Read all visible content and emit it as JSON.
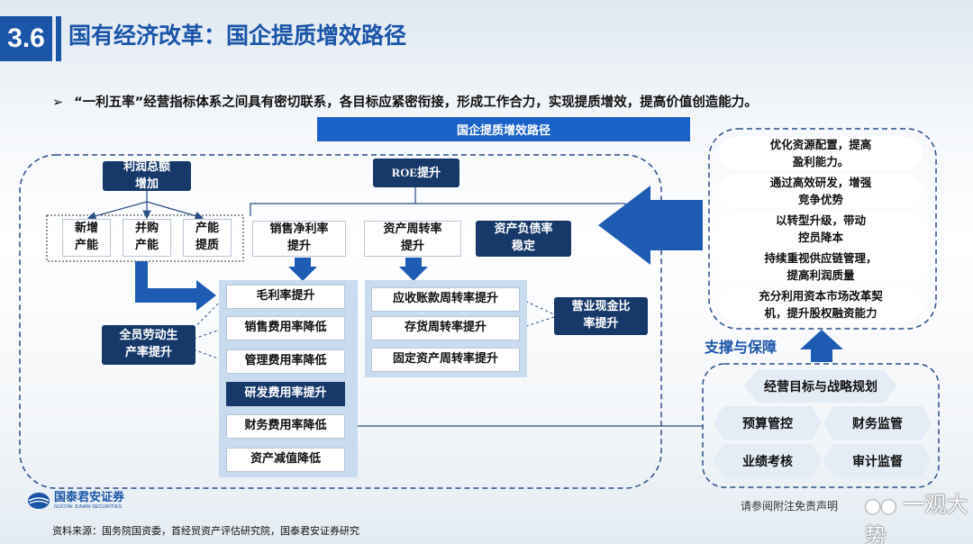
{
  "header": {
    "section_number": "3.6",
    "title": "国有经济改革：国企提质增效路径"
  },
  "intro": {
    "bullet": "➢",
    "text": "“一利五率”经营指标体系之间具有密切联系，各目标应紧密衔接，形成工作合力，实现提质增效，提高价值创造能力。"
  },
  "banner": "国企提质增效路径",
  "profit": {
    "title": "利润总额\n增加",
    "sources": [
      "新增\n产能",
      "并购\n产能",
      "产能\n提质"
    ]
  },
  "roe": "ROE提升",
  "drivers": {
    "net_margin": "销售净利率\n提升",
    "asset_turnover": "资产周转率\n提升",
    "debt_ratio": "资产负债率\n稳定"
  },
  "margin_items": [
    "毛利率提升",
    "销售费用率降低",
    "管理费用率降低",
    "研发费用率提升",
    "财务费用率降低",
    "资产减值降低"
  ],
  "turnover_items": [
    "应收账款周转率提升",
    "存货周转率提升",
    "固定资产周转率提升"
  ],
  "labor_productivity": "全员劳动生\n产率提升",
  "cash_ratio": "营业现金比\n率提升",
  "measures": [
    "优化资源配置，提高\n盈利能力。",
    "通过高效研发，增强\n竞争优势",
    "以转型升级，带动\n控员降本",
    "持续重视供应链管理，\n提高利润质量",
    "充分利用资本市场改革契\n机，提升股权融资能力"
  ],
  "support": {
    "title": "支撑与保障",
    "top": "经营目标与战略规划",
    "items": [
      "预算管控",
      "财务监管",
      "业绩考核",
      "审计监督"
    ]
  },
  "footer": {
    "logo_cn": "国泰君安证券",
    "logo_en": "GUOTAI JUNAN SECURITIES",
    "source": "资料来源：国务院国资委，首经贸资产评估研究院，国泰君安证券研究",
    "disclaimer": "请参阅附注免责声明",
    "watermark": "一观大势"
  },
  "colors": {
    "brand_blue": "#1a55a8",
    "navy": "#16396a",
    "panel": "#c9dcef",
    "dash": "#2a4f86"
  }
}
